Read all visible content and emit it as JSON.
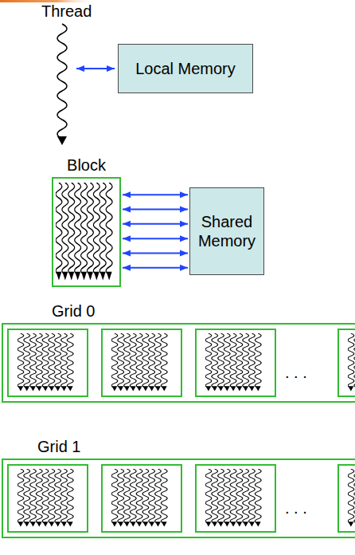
{
  "diagram": {
    "nodes": [
      {
        "text": [
          "Local Memory"
        ]
      },
      {
        "text": [
          "Block"
        ]
      },
      {
        "text": [
          "Shared Memory"
        ]
      },
      {
        "text": [
          "Grid 0"
        ]
      },
      {
        "text": [
          "Grid 1"
        ]
      }
    ],
    "edges": [
      {
        "from": 1,
        "to": 2,
        "arrow": "both"
      },
      {
        "from": 1,
        "to": 2,
        "arrow": "both"
      },
      {
        "from": 1,
        "to": 2,
        "arrow": "both"
      },
      {
        "from": 1,
        "to": 2,
        "arrow": "both"
      },
      {
        "from": 1,
        "to": 2,
        "arrow": "both"
      },
      {
        "from": 1,
        "to": 2,
        "arrow": "both"
      }
    ],
    "labels": [
      "Thread",
      ". . .",
      ". . ."
    ]
  }
}
